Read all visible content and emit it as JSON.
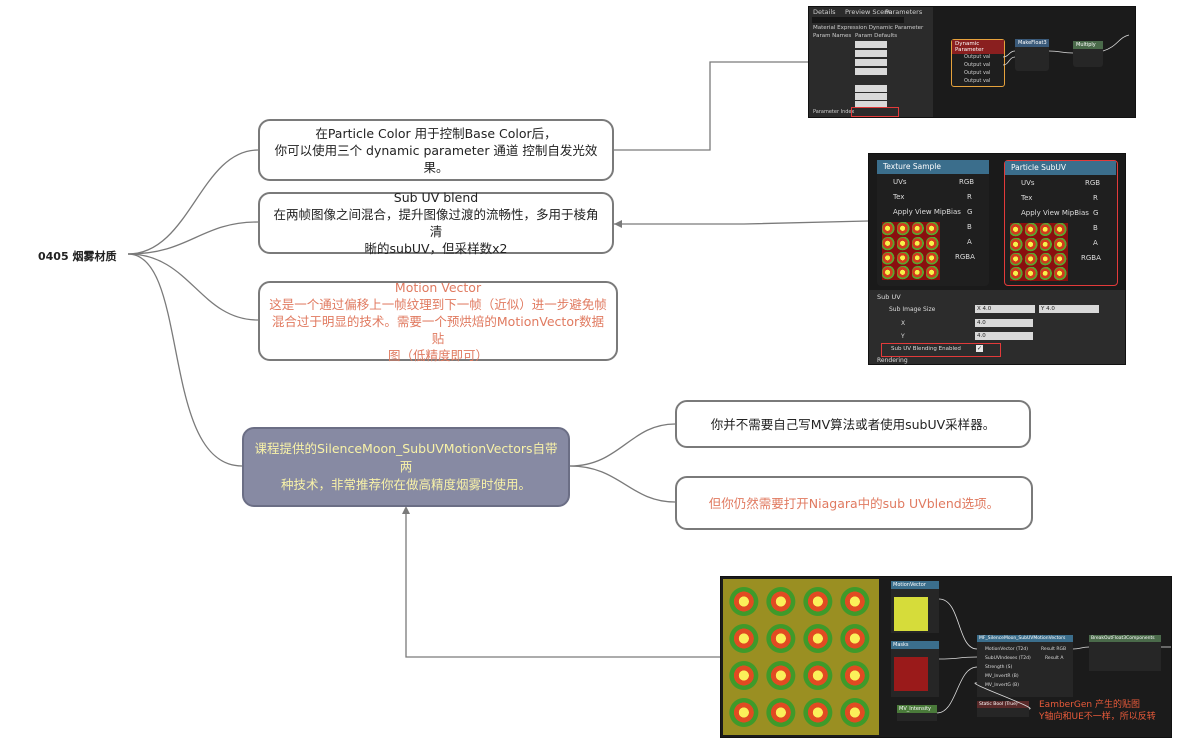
{
  "root": {
    "label": "0405 烟雾材质"
  },
  "nodes": {
    "particle_color": {
      "line1": "在Particle Color 用于控制Base Color后，",
      "line2": "你可以使用三个 dynamic parameter 通道 控制自发光效果。"
    },
    "sub_uv_blend": {
      "title": "Sub UV blend",
      "line1": "在两帧图像之间混合，提升图像过渡的流畅性，多用于棱角清",
      "line2": "晰的subUV，但采样数x2"
    },
    "motion_vector": {
      "title": "Motion Vector",
      "line1": "这是一个通过偏移上一帧纹理到下一帧（近似）进一步避免帧",
      "line2": "混合过于明显的技术。需要一个预烘焙的MotionVector数据贴",
      "line3": "图（低精度即可）"
    },
    "course": {
      "line1": "课程提供的SilenceMoon_SubUVMotionVectors自带两",
      "line2": "种技术，非常推荐你在做高精度烟雾时使用。"
    },
    "no_need": {
      "text": "你并不需要自己写MV算法或者使用subUV采样器。"
    },
    "niagara": {
      "text": "但你仍然需要打开Niagara中的sub UVblend选项。"
    }
  },
  "screenshots": {
    "dynamic_param": {
      "tabs": [
        "Details",
        "Preview Scene",
        "Parameters"
      ],
      "section": "Material Expression Dynamic Parameter",
      "param_names": [
        "Param Names",
        "Param Defaults"
      ],
      "node_title": "Dynamic Parameter",
      "node_outputs": [
        "Output val",
        "Output val",
        "Output val",
        "Output val"
      ],
      "make_node": "MakeFloat3",
      "multiply_node": "Multiply",
      "param_index_label": "Parameter Index"
    },
    "subuv": {
      "texture_sample": {
        "title": "Texture Sample",
        "inputs": [
          "UVs",
          "Tex",
          "Apply View MipBias"
        ],
        "outputs": [
          "RGB",
          "R",
          "G",
          "B",
          "A",
          "RGBA"
        ]
      },
      "particle_subuv": {
        "title": "Particle SubUV",
        "inputs": [
          "UVs",
          "Tex",
          "Apply View MipBias"
        ],
        "outputs": [
          "RGB",
          "R",
          "G",
          "B",
          "A",
          "RGBA"
        ]
      },
      "details": {
        "section": "Sub UV",
        "sub_image_size": "Sub Image Size",
        "x_value": "X  4.0",
        "y_value": "Y  4.0",
        "x_label": "X",
        "y_label": "Y",
        "x_field": "4.0",
        "y_field": "4.0",
        "blending": "Sub UV Blending Enabled",
        "rendering": "Rendering"
      }
    },
    "motion_vectors": {
      "node_motion": "MotionVector",
      "node_masks": "Masks",
      "node_mv": "MV_Intensity",
      "function_node": "MF_SilenceMoon_SubUVMotionVectors",
      "function_inputs": [
        "MotionVector (T2d)",
        "SubUVIndexes (T2d)",
        "Strength (S)",
        "MV_InvertR (B)",
        "MV_InvertG (B)"
      ],
      "function_outputs": [
        "Result RGB",
        "Result A"
      ],
      "break_node": "BreakOutFloat3Components",
      "static_bool": "Static Bool (True)",
      "note_line1": "EamberGen 产生的贴图",
      "note_line2": "Y轴向和UE不一样，所以反转"
    }
  },
  "colors": {
    "node_border": "#7a7a7a",
    "accent_red": "#e07a60",
    "center_fill": "#878aa3",
    "center_text": "#f8f2a8",
    "connector": "#7a7a7a"
  }
}
